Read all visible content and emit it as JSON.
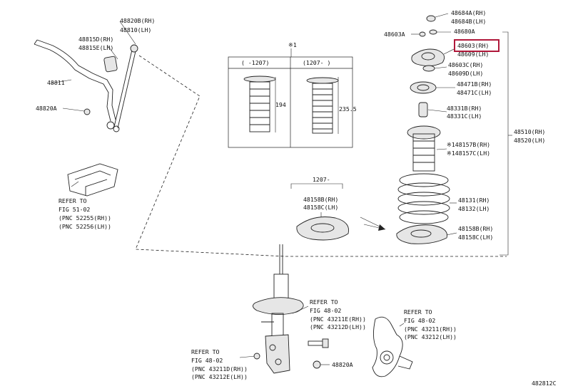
{
  "labels": {
    "l48820B": "48820B(RH)",
    "l48810": "48810(LH)",
    "l48815D": "48815D(RH)",
    "l48815E": "48815E(LH)",
    "l48811": "48811",
    "l48820A_top": "48820A",
    "refer1": "REFER TO",
    "refer1b": "FIG 51-02",
    "refer1c": "(PNC 52255(RH))",
    "refer1d": "(PNC 52256(LH))",
    "star1": "※1",
    "inset_h1": "( -1207)",
    "inset_h2": "(1207- )",
    "inset_d1": "194",
    "inset_d2": "235.5",
    "range1207": "1207-",
    "l48158B_left": "48158B(RH)",
    "l48158C_left": "48158C(LH)",
    "l48684A": "48684A(RH)",
    "l48684B": "48684B(LH)",
    "l48603A": "48603A",
    "l48680A": "48680A",
    "l48603": "48603(RH)",
    "l48609": "48609(LH)",
    "l48603C": "48603C(RH)",
    "l48609D": "48609D(LH)",
    "l48471B": "48471B(RH)",
    "l48471C": "48471C(LH)",
    "l48331B": "48331B(RH)",
    "l48331C": "48331C(LH)",
    "l48157B": "※148157B(RH)",
    "l48157C": "※148157C(LH)",
    "l48510": "48510(RH)",
    "l48520": "48520(LH)",
    "l48131": "48131(RH)",
    "l48132": "48132(LH)",
    "l48158B_right": "48158B(RH)",
    "l48158C_right": "48158C(LH)",
    "refer2": "REFER TO",
    "refer2b": "FIG 48-02",
    "refer2c": "(PNC 43211E(RH))",
    "refer2d": "(PNC 43212D(LH))",
    "refer3": "REFER TO",
    "refer3b": "FIG 48-02",
    "refer3c": "(PNC 43211(RH))",
    "refer3d": "(PNC 43212(LH))",
    "refer4": "REFER TO",
    "refer4b": "FIG 48-02",
    "refer4c": "(PNC 43211D(RH))",
    "refer4d": "(PNC 43212E(LH))",
    "l48820A_bot": "48820A",
    "figure_id": "482812C"
  },
  "highlight_color": "#b0183a"
}
